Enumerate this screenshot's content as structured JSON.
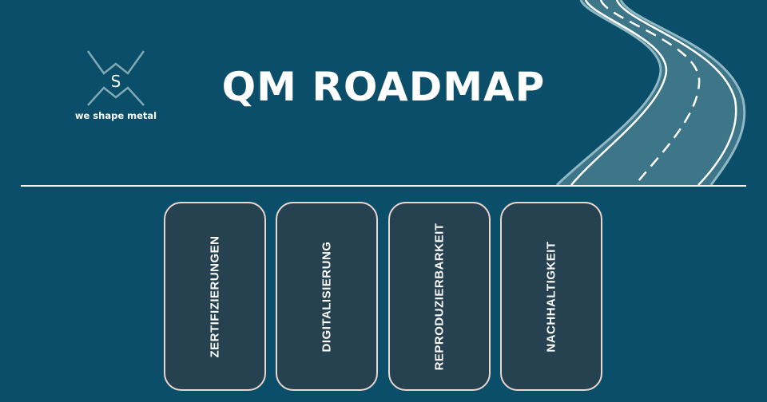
{
  "header": {
    "title": "QM ROADMAP"
  },
  "logo": {
    "letter": "S",
    "tagline": "we shape metal"
  },
  "cards": [
    {
      "label": "ZERTIFIZIERUNGEN"
    },
    {
      "label": "DIGITALISIERUNG"
    },
    {
      "label": "REPRODUZIERBARKEIT"
    },
    {
      "label": "NACHHALTIGKEIT"
    }
  ],
  "colors": {
    "background": "#0b4e69",
    "card": "#26414f",
    "card_border": "#e9d7cf",
    "road": "#3d7688"
  }
}
